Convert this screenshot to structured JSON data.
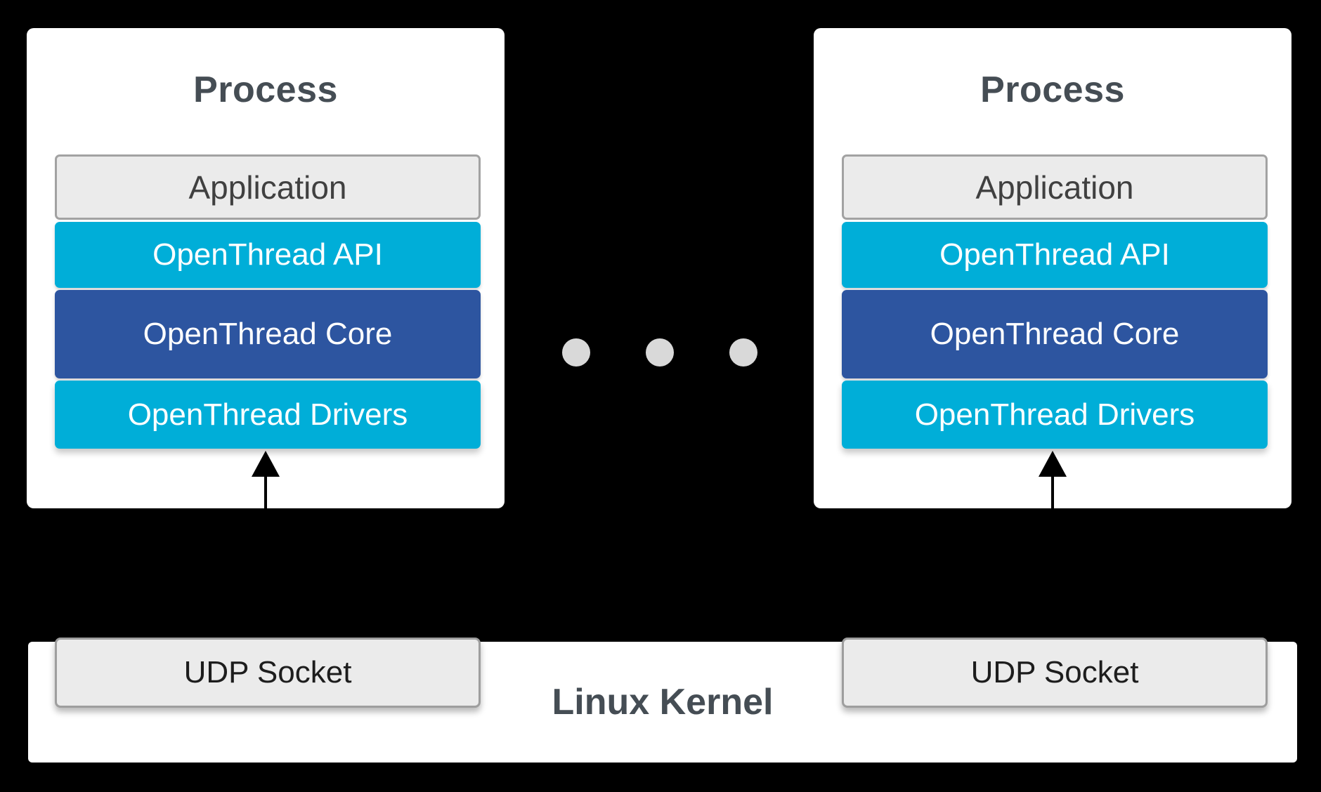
{
  "processes": [
    {
      "title": "Process",
      "layers": [
        {
          "label": "Application"
        },
        {
          "label": "OpenThread API"
        },
        {
          "label": "OpenThread Core"
        },
        {
          "label": "OpenThread Drivers"
        }
      ]
    },
    {
      "title": "Process",
      "layers": [
        {
          "label": "Application"
        },
        {
          "label": "OpenThread API"
        },
        {
          "label": "OpenThread Core"
        },
        {
          "label": "OpenThread Drivers"
        }
      ]
    }
  ],
  "separator": {
    "dot_count": 3
  },
  "kernel": {
    "label": "Linux Kernel",
    "sockets": [
      {
        "label": "UDP Socket"
      },
      {
        "label": "UDP Socket"
      }
    ]
  },
  "colors": {
    "background": "#000000",
    "card_white": "#ffffff",
    "cyan_layer": "#00aed8",
    "dark_blue_layer": "#2d55a0",
    "gray_box_fill": "#ebebeb",
    "gray_box_border": "#9e9e9e",
    "heading_text": "#454d54",
    "dot_gray": "#d9d9d9",
    "arrow_black": "#000000"
  }
}
